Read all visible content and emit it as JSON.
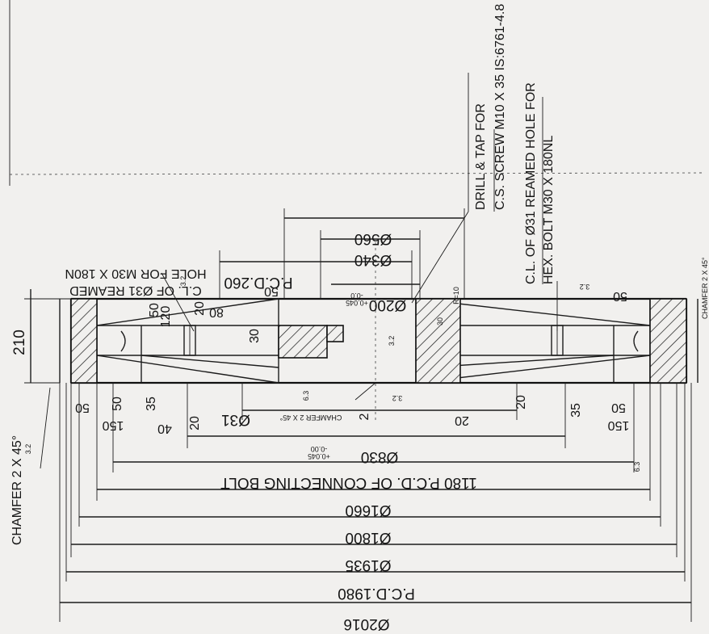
{
  "labels": {
    "dia_2016": "Ø2016",
    "pcd_1980": "P.C.D.1980",
    "dia_1935": "Ø1935",
    "dia_1800": "Ø1800",
    "dia_1660": "Ø1660",
    "pcd_1180": "1180 P.C.D. OF CONNECTING BOLT",
    "dia_830": "Ø830",
    "tol_830_a": "+0.045",
    "tol_830_b": "-0.00",
    "dia_560": "Ø560",
    "dia_340": "Ø340",
    "pcd_260": "P.C.D.260",
    "dia_200": "Ø200",
    "tol_200_a": "+0.045",
    "tol_200_b": "-0.0",
    "dia_31": "Ø31",
    "chamfer_left": "CHAMFER 2 X 45°",
    "chamfer_center": "CHAMFER 2 X 45°",
    "chamfer_right": "CHAMFER 2 X 45°",
    "note_reamed_left_1": "C.L. OF Ø31 REAMED",
    "note_reamed_left_2": "HOLE FOR M30 X 180N",
    "note_drill_1": "DRILL & TAP FOR",
    "note_drill_2": "C.S. SCREW M10 X 35 IS:6761-4.8",
    "note_reamed_right_1": "C.L. OF Ø31 REAMED HOLE FOR",
    "note_reamed_right_2": "HEX. BOLT M30 X 180NL",
    "d210": "210",
    "d120": "120",
    "d20a": "20",
    "d80": "80",
    "d50a": "50",
    "d50b": "50",
    "d30": "30",
    "d50c": "50",
    "d50d": "50",
    "d150a": "150",
    "d35a": "35",
    "d40": "40",
    "d20b": "20",
    "d2": "2",
    "d20c": "20",
    "d20d": "20",
    "d35b": "35",
    "d50e": "50",
    "d150b": "150",
    "d50f": "50",
    "r10": "R=10",
    "d30b": "30",
    "f32a": "3.2",
    "f32b": "3.2",
    "f32c": "3.2",
    "f32d": "3.2",
    "f63a": "6.3",
    "f63b": "6.3",
    "f32e": "3.2"
  },
  "colors": {
    "ink": "#151515",
    "paper": "#f1f0ee"
  }
}
